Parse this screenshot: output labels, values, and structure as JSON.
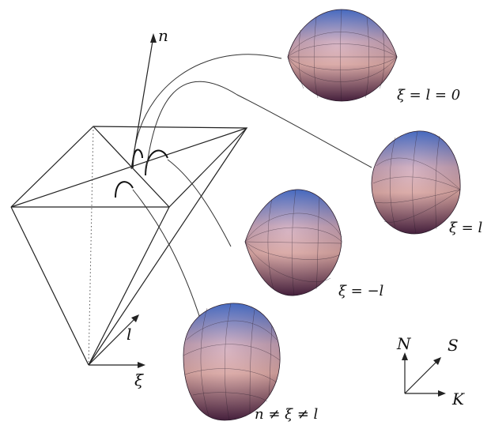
{
  "axes": {
    "n_label": "n",
    "l_label": "l",
    "xi_label": "ξ"
  },
  "shapes": [
    {
      "label": "ξ = l = 0"
    },
    {
      "label": "ξ = l"
    },
    {
      "label": "ξ = −l"
    },
    {
      "label": "n ≠ ξ ≠ l"
    }
  ],
  "compass": {
    "N": "N",
    "S": "S",
    "K": "K"
  },
  "colors": {
    "surface_top": "#5a7fd0",
    "surface_mid": "#d9a8a8",
    "surface_bottom": "#5a2448",
    "lines": "#222222"
  }
}
